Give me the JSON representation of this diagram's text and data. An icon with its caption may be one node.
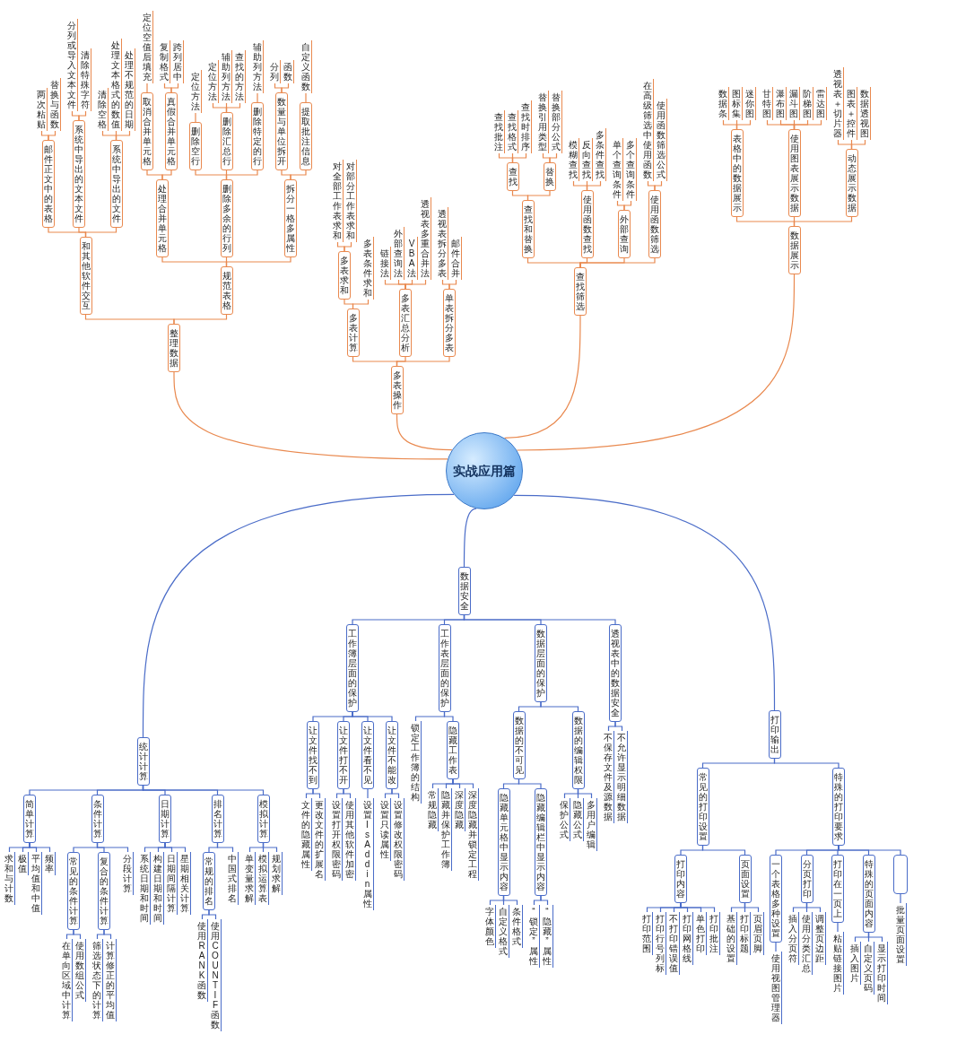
{
  "diagram": {
    "nodes": [
      {
        "text": [
          "实战应用篇"
        ]
      },
      {
        "text": [
          "整理数据"
        ]
      },
      {
        "text": [
          "和其他软件交互"
        ]
      },
      {
        "text": [
          "邮件正文中的表格"
        ]
      },
      {
        "text": [
          "两次粘贴"
        ]
      },
      {
        "text": [
          "替换与函数"
        ]
      },
      {
        "text": [
          "系统中导出的文本文件"
        ]
      },
      {
        "text": [
          "分列或导入文本文件"
        ]
      },
      {
        "text": [
          "清除特殊字符"
        ]
      },
      {
        "text": [
          "系统中导出的文件"
        ]
      },
      {
        "text": [
          "清除空格"
        ]
      },
      {
        "text": [
          "处理文本格式的数值"
        ]
      },
      {
        "text": [
          "处理不规范的日期"
        ]
      },
      {
        "text": [
          "规范表格"
        ]
      },
      {
        "text": [
          "处理合并单元格"
        ]
      },
      {
        "text": [
          "取消合并单元格"
        ]
      },
      {
        "text": [
          "定位空值后填充"
        ]
      },
      {
        "text": [
          "真假合并单元格"
        ]
      },
      {
        "text": [
          "复制格式"
        ]
      },
      {
        "text": [
          "跨列居中"
        ]
      },
      {
        "text": [
          "删除多余的行列"
        ]
      },
      {
        "text": [
          "删除空行"
        ]
      },
      {
        "text": [
          "定位方法"
        ]
      },
      {
        "text": [
          "删除汇总行"
        ]
      },
      {
        "text": [
          "定位方法"
        ]
      },
      {
        "text": [
          "辅助列方法"
        ]
      },
      {
        "text": [
          "查找的方法"
        ]
      },
      {
        "text": [
          "删除特定的行"
        ]
      },
      {
        "text": [
          "辅助列方法"
        ]
      },
      {
        "text": [
          "拆分一格多属性"
        ]
      },
      {
        "text": [
          "数量与单位拆开"
        ]
      },
      {
        "text": [
          "分列"
        ]
      },
      {
        "text": [
          "函数"
        ]
      },
      {
        "text": [
          "提取批注信息"
        ]
      },
      {
        "text": [
          "自定义函数"
        ]
      },
      {
        "text": [
          "多表操作"
        ]
      },
      {
        "text": [
          "多表计算"
        ]
      },
      {
        "text": [
          "多表求和"
        ]
      },
      {
        "text": [
          "对全部工作表求和"
        ]
      },
      {
        "text": [
          "对部分工作表求和"
        ]
      },
      {
        "text": [
          "多表条件求和"
        ]
      },
      {
        "text": [
          "多表汇总分析"
        ]
      },
      {
        "text": [
          "链接法"
        ]
      },
      {
        "text": [
          "外部查询法"
        ]
      },
      {
        "text": [
          "VBA法"
        ]
      },
      {
        "text": [
          "透视表多重合并法"
        ]
      },
      {
        "text": [
          "单表拆分多表"
        ]
      },
      {
        "text": [
          "透视表拆分多表"
        ]
      },
      {
        "text": [
          "邮件合并"
        ]
      },
      {
        "text": [
          "查找筛选"
        ]
      },
      {
        "text": [
          "查找和替换"
        ]
      },
      {
        "text": [
          "查找"
        ]
      },
      {
        "text": [
          "查找批注"
        ]
      },
      {
        "text": [
          "查找格式"
        ]
      },
      {
        "text": [
          "查找时排序"
        ]
      },
      {
        "text": [
          "替换"
        ]
      },
      {
        "text": [
          "替换引用类型"
        ]
      },
      {
        "text": [
          "替换部分公式"
        ]
      },
      {
        "text": [
          "使用函数查找"
        ]
      },
      {
        "text": [
          "模糊查找"
        ]
      },
      {
        "text": [
          "反向查找"
        ]
      },
      {
        "text": [
          "多条件查找"
        ]
      },
      {
        "text": [
          "外部查询"
        ]
      },
      {
        "text": [
          "单个查询条件"
        ]
      },
      {
        "text": [
          "多个查询条件"
        ]
      },
      {
        "text": [
          "使用函数筛选"
        ]
      },
      {
        "text": [
          "在高级筛选中使用函数"
        ]
      },
      {
        "text": [
          "使用函数筛选公式"
        ]
      },
      {
        "text": [
          "数据展示"
        ]
      },
      {
        "text": [
          "表格中的数据展示"
        ]
      },
      {
        "text": [
          "数据条"
        ]
      },
      {
        "text": [
          "图标集"
        ]
      },
      {
        "text": [
          "迷你图"
        ]
      },
      {
        "text": [
          "使用图表展示数据"
        ]
      },
      {
        "text": [
          "甘特图"
        ]
      },
      {
        "text": [
          "瀑布图"
        ]
      },
      {
        "text": [
          "漏斗图"
        ]
      },
      {
        "text": [
          "阶梯图"
        ]
      },
      {
        "text": [
          "雷达图"
        ]
      },
      {
        "text": [
          "动态展示数据"
        ]
      },
      {
        "text": [
          "透视表＋切片器"
        ]
      },
      {
        "text": [
          "图表＋控件"
        ]
      },
      {
        "text": [
          "数据透视图"
        ]
      },
      {
        "text": [
          "数据安全"
        ]
      },
      {
        "text": [
          "工作簿层面的保护"
        ]
      },
      {
        "text": [
          "让文件找不到"
        ]
      },
      {
        "text": [
          "文件的隐藏属性"
        ]
      },
      {
        "text": [
          "更改文件的扩展名"
        ]
      },
      {
        "text": [
          "让文件打不开"
        ]
      },
      {
        "text": [
          "设置打开权限密码"
        ]
      },
      {
        "text": [
          "使用其他软件加密"
        ]
      },
      {
        "text": [
          "让文件看不见"
        ]
      },
      {
        "text": [
          "设置IsAddin属性"
        ]
      },
      {
        "text": [
          "让文件不能改"
        ]
      },
      {
        "text": [
          "设置只读属性"
        ]
      },
      {
        "text": [
          "设置修改权限密码"
        ]
      },
      {
        "text": [
          "工作表层面的保护"
        ]
      },
      {
        "text": [
          "锁定工作簿的结构"
        ]
      },
      {
        "text": [
          "隐藏工作表"
        ]
      },
      {
        "text": [
          "常规隐藏"
        ]
      },
      {
        "text": [
          "隐藏并保护工作簿"
        ]
      },
      {
        "text": [
          "深度隐藏"
        ]
      },
      {
        "text": [
          "深度隐藏并锁定工程"
        ]
      },
      {
        "text": [
          "数据层面的保护"
        ]
      },
      {
        "text": [
          "数据的不可见"
        ]
      },
      {
        "text": [
          "隐藏单元格中显示内容"
        ]
      },
      {
        "text": [
          "字体颜色"
        ]
      },
      {
        "text": [
          "自定义格式"
        ]
      },
      {
        "text": [
          "条件格式"
        ]
      },
      {
        "text": [
          "隐藏编辑栏中显示内容"
        ]
      },
      {
        "text": [
          "“锁定”属性"
        ]
      },
      {
        "text": [
          "“隐藏”属性"
        ]
      },
      {
        "text": [
          "数据的编辑权限"
        ]
      },
      {
        "text": [
          "保护公式"
        ]
      },
      {
        "text": [
          "隐藏公式"
        ]
      },
      {
        "text": [
          "多用户编辑"
        ]
      },
      {
        "text": [
          "透视表中的数据安全"
        ]
      },
      {
        "text": [
          "不保存文件及源数据"
        ]
      },
      {
        "text": [
          "不允许显示明细数据"
        ]
      },
      {
        "text": [
          "统计计算"
        ]
      },
      {
        "text": [
          "简单计算"
        ]
      },
      {
        "text": [
          "求和与计数"
        ]
      },
      {
        "text": [
          "极值"
        ]
      },
      {
        "text": [
          "平均值和中值"
        ]
      },
      {
        "text": [
          "频率"
        ]
      },
      {
        "text": [
          "条件计算"
        ]
      },
      {
        "text": [
          "常见的条件计算"
        ]
      },
      {
        "text": [
          "在单向区域中计算"
        ]
      },
      {
        "text": [
          "使用数组公式"
        ]
      },
      {
        "text": [
          "复合的条件计算"
        ]
      },
      {
        "text": [
          "筛选状态下的计算"
        ]
      },
      {
        "text": [
          "计算修正的平均值"
        ]
      },
      {
        "text": [
          "分段计算"
        ]
      },
      {
        "text": [
          "日期计算"
        ]
      },
      {
        "text": [
          "系统日期和时间"
        ]
      },
      {
        "text": [
          "构建日期和时间"
        ]
      },
      {
        "text": [
          "日期间隔计算"
        ]
      },
      {
        "text": [
          "星期相关计算"
        ]
      },
      {
        "text": [
          "排名计算"
        ]
      },
      {
        "text": [
          "常规的排名"
        ]
      },
      {
        "text": [
          "使用RANK函数"
        ]
      },
      {
        "text": [
          "使用COUNTIF函数"
        ]
      },
      {
        "text": [
          "中国式排名"
        ]
      },
      {
        "text": [
          "模拟计算"
        ]
      },
      {
        "text": [
          "单变量求解"
        ]
      },
      {
        "text": [
          "模拟运算表"
        ]
      },
      {
        "text": [
          "规划求解"
        ]
      },
      {
        "text": [
          "打印输出"
        ]
      },
      {
        "text": [
          "常见的打印设置"
        ]
      },
      {
        "text": [
          "打印内容"
        ]
      },
      {
        "text": [
          "打印范围"
        ]
      },
      {
        "text": [
          "打印行号列标"
        ]
      },
      {
        "text": [
          "不打印错误值"
        ]
      },
      {
        "text": [
          "打印网格线"
        ]
      },
      {
        "text": [
          "单色打印"
        ]
      },
      {
        "text": [
          "打印批注"
        ]
      },
      {
        "text": [
          "页面设置"
        ]
      },
      {
        "text": [
          "基础的设置"
        ]
      },
      {
        "text": [
          "打印标题"
        ]
      },
      {
        "text": [
          "页眉页脚"
        ]
      },
      {
        "text": [
          "特殊的打印要求"
        ]
      },
      {
        "text": [
          "一个表格多种设置"
        ]
      },
      {
        "text": [
          "使用视图管理器"
        ]
      },
      {
        "text": [
          "分页打印"
        ]
      },
      {
        "text": [
          "插入分页符"
        ]
      },
      {
        "text": [
          "使用分类汇总"
        ]
      },
      {
        "text": [
          "调整页边距"
        ]
      },
      {
        "text": [
          "打印在一页上"
        ]
      },
      {
        "text": [
          "粘贴链接图片"
        ]
      },
      {
        "text": [
          "特殊的页面内容"
        ]
      },
      {
        "text": [
          "插入图片"
        ]
      },
      {
        "text": [
          "自定义页码"
        ]
      },
      {
        "text": [
          "显示打印时间"
        ]
      },
      {
        "text": [],
        "shape": "box"
      },
      {
        "text": [
          "批量页面设置"
        ]
      }
    ],
    "edges": [
      {
        "from": 0,
        "to": 1,
        "arrow": "none",
        "color": "#e9894f"
      },
      {
        "from": 0,
        "to": 35,
        "arrow": "none",
        "color": "#e9894f"
      },
      {
        "from": 0,
        "to": 49,
        "arrow": "none",
        "color": "#e9894f"
      },
      {
        "from": 0,
        "to": 68,
        "arrow": "none",
        "color": "#e9894f"
      },
      {
        "from": 0,
        "to": 83,
        "arrow": "none"
      },
      {
        "from": 0,
        "to": 119,
        "arrow": "none"
      },
      {
        "from": 0,
        "to": 147,
        "arrow": "none"
      },
      {
        "from": 1,
        "to": 2,
        "arrow": "none",
        "color": "#e9894f"
      },
      {
        "from": 1,
        "to": 13,
        "arrow": "none",
        "color": "#e9894f"
      },
      {
        "from": 2,
        "to": 3,
        "arrow": "none",
        "color": "#e9894f"
      },
      {
        "from": 2,
        "to": 6,
        "arrow": "none",
        "color": "#e9894f"
      },
      {
        "from": 2,
        "to": 9,
        "arrow": "none",
        "color": "#e9894f"
      },
      {
        "from": 3,
        "to": 4,
        "arrow": "none",
        "color": "#e9894f"
      },
      {
        "from": 3,
        "to": 5,
        "arrow": "none",
        "color": "#e9894f"
      },
      {
        "from": 6,
        "to": 7,
        "arrow": "none",
        "color": "#e9894f"
      },
      {
        "from": 6,
        "to": 8,
        "arrow": "none",
        "color": "#e9894f"
      },
      {
        "from": 9,
        "to": 10,
        "arrow": "none",
        "color": "#e9894f"
      },
      {
        "from": 9,
        "to": 11,
        "arrow": "none",
        "color": "#e9894f"
      },
      {
        "from": 9,
        "to": 12,
        "arrow": "none",
        "color": "#e9894f"
      },
      {
        "from": 13,
        "to": 14,
        "arrow": "none",
        "color": "#e9894f"
      },
      {
        "from": 13,
        "to": 20,
        "arrow": "none",
        "color": "#e9894f"
      },
      {
        "from": 13,
        "to": 29,
        "arrow": "none",
        "color": "#e9894f"
      },
      {
        "from": 14,
        "to": 15,
        "arrow": "none",
        "color": "#e9894f"
      },
      {
        "from": 14,
        "to": 17,
        "arrow": "none",
        "color": "#e9894f"
      },
      {
        "from": 15,
        "to": 16,
        "arrow": "none",
        "color": "#e9894f"
      },
      {
        "from": 17,
        "to": 18,
        "arrow": "none",
        "color": "#e9894f"
      },
      {
        "from": 17,
        "to": 19,
        "arrow": "none",
        "color": "#e9894f"
      },
      {
        "from": 20,
        "to": 21,
        "arrow": "none",
        "color": "#e9894f"
      },
      {
        "from": 20,
        "to": 23,
        "arrow": "none",
        "color": "#e9894f"
      },
      {
        "from": 20,
        "to": 27,
        "arrow": "none",
        "color": "#e9894f"
      },
      {
        "from": 21,
        "to": 22,
        "arrow": "none",
        "color": "#e9894f"
      },
      {
        "from": 23,
        "to": 24,
        "arrow": "none",
        "color": "#e9894f"
      },
      {
        "from": 23,
        "to": 25,
        "arrow": "none",
        "color": "#e9894f"
      },
      {
        "from": 23,
        "to": 26,
        "arrow": "none",
        "color": "#e9894f"
      },
      {
        "from": 27,
        "to": 28,
        "arrow": "none",
        "color": "#e9894f"
      },
      {
        "from": 29,
        "to": 30,
        "arrow": "none",
        "color": "#e9894f"
      },
      {
        "from": 29,
        "to": 33,
        "arrow": "none",
        "color": "#e9894f"
      },
      {
        "from": 30,
        "to": 31,
        "arrow": "none",
        "color": "#e9894f"
      },
      {
        "from": 30,
        "to": 32,
        "arrow": "none",
        "color": "#e9894f"
      },
      {
        "from": 33,
        "to": 34,
        "arrow": "none",
        "color": "#e9894f"
      },
      {
        "from": 35,
        "to": 36,
        "arrow": "none",
        "color": "#e9894f"
      },
      {
        "from": 35,
        "to": 41,
        "arrow": "none",
        "color": "#e9894f"
      },
      {
        "from": 35,
        "to": 46,
        "arrow": "none",
        "color": "#e9894f"
      },
      {
        "from": 36,
        "to": 37,
        "arrow": "none",
        "color": "#e9894f"
      },
      {
        "from": 36,
        "to": 40,
        "arrow": "none",
        "color": "#e9894f"
      },
      {
        "from": 37,
        "to": 38,
        "arrow": "none",
        "color": "#e9894f"
      },
      {
        "from": 37,
        "to": 39,
        "arrow": "none",
        "color": "#e9894f"
      },
      {
        "from": 41,
        "to": 42,
        "arrow": "none",
        "color": "#e9894f"
      },
      {
        "from": 41,
        "to": 43,
        "arrow": "none",
        "color": "#e9894f"
      },
      {
        "from": 41,
        "to": 44,
        "arrow": "none",
        "color": "#e9894f"
      },
      {
        "from": 41,
        "to": 45,
        "arrow": "none",
        "color": "#e9894f"
      },
      {
        "from": 46,
        "to": 47,
        "arrow": "none",
        "color": "#e9894f"
      },
      {
        "from": 46,
        "to": 48,
        "arrow": "none",
        "color": "#e9894f"
      },
      {
        "from": 49,
        "to": 50,
        "arrow": "none",
        "color": "#e9894f"
      },
      {
        "from": 49,
        "to": 58,
        "arrow": "none",
        "color": "#e9894f"
      },
      {
        "from": 49,
        "to": 62,
        "arrow": "none",
        "color": "#e9894f"
      },
      {
        "from": 49,
        "to": 65,
        "arrow": "none",
        "color": "#e9894f"
      },
      {
        "from": 50,
        "to": 51,
        "arrow": "none",
        "color": "#e9894f"
      },
      {
        "from": 50,
        "to": 55,
        "arrow": "none",
        "color": "#e9894f"
      },
      {
        "from": 51,
        "to": 52,
        "arrow": "none",
        "color": "#e9894f"
      },
      {
        "from": 51,
        "to": 53,
        "arrow": "none",
        "color": "#e9894f"
      },
      {
        "from": 51,
        "to": 54,
        "arrow": "none",
        "color": "#e9894f"
      },
      {
        "from": 55,
        "to": 56,
        "arrow": "none",
        "color": "#e9894f"
      },
      {
        "from": 55,
        "to": 57,
        "arrow": "none",
        "color": "#e9894f"
      },
      {
        "from": 58,
        "to": 59,
        "arrow": "none",
        "color": "#e9894f"
      },
      {
        "from": 58,
        "to": 60,
        "arrow": "none",
        "color": "#e9894f"
      },
      {
        "from": 58,
        "to": 61,
        "arrow": "none",
        "color": "#e9894f"
      },
      {
        "from": 62,
        "to": 63,
        "arrow": "none",
        "color": "#e9894f"
      },
      {
        "from": 62,
        "to": 64,
        "arrow": "none",
        "color": "#e9894f"
      },
      {
        "from": 65,
        "to": 66,
        "arrow": "none",
        "color": "#e9894f"
      },
      {
        "from": 65,
        "to": 67,
        "arrow": "none",
        "color": "#e9894f"
      },
      {
        "from": 68,
        "to": 69,
        "arrow": "none",
        "color": "#e9894f"
      },
      {
        "from": 68,
        "to": 73,
        "arrow": "none",
        "color": "#e9894f"
      },
      {
        "from": 68,
        "to": 79,
        "arrow": "none",
        "color": "#e9894f"
      },
      {
        "from": 69,
        "to": 70,
        "arrow": "none",
        "color": "#e9894f"
      },
      {
        "from": 69,
        "to": 71,
        "arrow": "none",
        "color": "#e9894f"
      },
      {
        "from": 69,
        "to": 72,
        "arrow": "none",
        "color": "#e9894f"
      },
      {
        "from": 73,
        "to": 74,
        "arrow": "none",
        "color": "#e9894f"
      },
      {
        "from": 73,
        "to": 75,
        "arrow": "none",
        "color": "#e9894f"
      },
      {
        "from": 73,
        "to": 76,
        "arrow": "none",
        "color": "#e9894f"
      },
      {
        "from": 73,
        "to": 77,
        "arrow": "none",
        "color": "#e9894f"
      },
      {
        "from": 73,
        "to": 78,
        "arrow": "none",
        "color": "#e9894f"
      },
      {
        "from": 79,
        "to": 80,
        "arrow": "none",
        "color": "#e9894f"
      },
      {
        "from": 79,
        "to": 81,
        "arrow": "none",
        "color": "#e9894f"
      },
      {
        "from": 79,
        "to": 82,
        "arrow": "none",
        "color": "#e9894f"
      },
      {
        "from": 83,
        "to": 84,
        "arrow": "none"
      },
      {
        "from": 83,
        "to": 96,
        "arrow": "none"
      },
      {
        "from": 83,
        "to": 103,
        "arrow": "none"
      },
      {
        "from": 83,
        "to": 116,
        "arrow": "none"
      },
      {
        "from": 84,
        "to": 85,
        "arrow": "none"
      },
      {
        "from": 84,
        "to": 88,
        "arrow": "none"
      },
      {
        "from": 84,
        "to": 91,
        "arrow": "none"
      },
      {
        "from": 84,
        "to": 93,
        "arrow": "none"
      },
      {
        "from": 85,
        "to": 86,
        "arrow": "none"
      },
      {
        "from": 85,
        "to": 87,
        "arrow": "none"
      },
      {
        "from": 88,
        "to": 89,
        "arrow": "none"
      },
      {
        "from": 88,
        "to": 90,
        "arrow": "none"
      },
      {
        "from": 91,
        "to": 92,
        "arrow": "none"
      },
      {
        "from": 93,
        "to": 94,
        "arrow": "none"
      },
      {
        "from": 93,
        "to": 95,
        "arrow": "none"
      },
      {
        "from": 96,
        "to": 97,
        "arrow": "none"
      },
      {
        "from": 96,
        "to": 98,
        "arrow": "none"
      },
      {
        "from": 98,
        "to": 99,
        "arrow": "none"
      },
      {
        "from": 98,
        "to": 100,
        "arrow": "none"
      },
      {
        "from": 98,
        "to": 101,
        "arrow": "none"
      },
      {
        "from": 98,
        "to": 102,
        "arrow": "none"
      },
      {
        "from": 103,
        "to": 104,
        "arrow": "none"
      },
      {
        "from": 103,
        "to": 112,
        "arrow": "none"
      },
      {
        "from": 104,
        "to": 105,
        "arrow": "none"
      },
      {
        "from": 104,
        "to": 109,
        "arrow": "none"
      },
      {
        "from": 105,
        "to": 106,
        "arrow": "none"
      },
      {
        "from": 105,
        "to": 107,
        "arrow": "none"
      },
      {
        "from": 105,
        "to": 108,
        "arrow": "none"
      },
      {
        "from": 109,
        "to": 110,
        "arrow": "none"
      },
      {
        "from": 109,
        "to": 111,
        "arrow": "none"
      },
      {
        "from": 112,
        "to": 113,
        "arrow": "none"
      },
      {
        "from": 112,
        "to": 114,
        "arrow": "none"
      },
      {
        "from": 112,
        "to": 115,
        "arrow": "none"
      },
      {
        "from": 116,
        "to": 117,
        "arrow": "none"
      },
      {
        "from": 116,
        "to": 118,
        "arrow": "none"
      },
      {
        "from": 119,
        "to": 120,
        "arrow": "none"
      },
      {
        "from": 119,
        "to": 125,
        "arrow": "none"
      },
      {
        "from": 119,
        "to": 133,
        "arrow": "none"
      },
      {
        "from": 119,
        "to": 138,
        "arrow": "none"
      },
      {
        "from": 119,
        "to": 143,
        "arrow": "none"
      },
      {
        "from": 120,
        "to": 121,
        "arrow": "none"
      },
      {
        "from": 120,
        "to": 122,
        "arrow": "none"
      },
      {
        "from": 120,
        "to": 123,
        "arrow": "none"
      },
      {
        "from": 120,
        "to": 124,
        "arrow": "none"
      },
      {
        "from": 125,
        "to": 126,
        "arrow": "none"
      },
      {
        "from": 125,
        "to": 129,
        "arrow": "none"
      },
      {
        "from": 125,
        "to": 132,
        "arrow": "none"
      },
      {
        "from": 126,
        "to": 127,
        "arrow": "none"
      },
      {
        "from": 126,
        "to": 128,
        "arrow": "none"
      },
      {
        "from": 129,
        "to": 130,
        "arrow": "none"
      },
      {
        "from": 129,
        "to": 131,
        "arrow": "none"
      },
      {
        "from": 133,
        "to": 134,
        "arrow": "none"
      },
      {
        "from": 133,
        "to": 135,
        "arrow": "none"
      },
      {
        "from": 133,
        "to": 136,
        "arrow": "none"
      },
      {
        "from": 133,
        "to": 137,
        "arrow": "none"
      },
      {
        "from": 138,
        "to": 139,
        "arrow": "none"
      },
      {
        "from": 138,
        "to": 142,
        "arrow": "none"
      },
      {
        "from": 139,
        "to": 140,
        "arrow": "none"
      },
      {
        "from": 139,
        "to": 141,
        "arrow": "none"
      },
      {
        "from": 143,
        "to": 144,
        "arrow": "none"
      },
      {
        "from": 143,
        "to": 145,
        "arrow": "none"
      },
      {
        "from": 143,
        "to": 146,
        "arrow": "none"
      },
      {
        "from": 147,
        "to": 148,
        "arrow": "none"
      },
      {
        "from": 147,
        "to": 160,
        "arrow": "none"
      },
      {
        "from": 148,
        "to": 149,
        "arrow": "none"
      },
      {
        "from": 148,
        "to": 156,
        "arrow": "none"
      },
      {
        "from": 149,
        "to": 150,
        "arrow": "none"
      },
      {
        "from": 149,
        "to": 151,
        "arrow": "none"
      },
      {
        "from": 149,
        "to": 152,
        "arrow": "none"
      },
      {
        "from": 149,
        "to": 153,
        "arrow": "none"
      },
      {
        "from": 149,
        "to": 154,
        "arrow": "none"
      },
      {
        "from": 149,
        "to": 155,
        "arrow": "none"
      },
      {
        "from": 156,
        "to": 157,
        "arrow": "none"
      },
      {
        "from": 156,
        "to": 158,
        "arrow": "none"
      },
      {
        "from": 156,
        "to": 159,
        "arrow": "none"
      },
      {
        "from": 160,
        "to": 161,
        "arrow": "none"
      },
      {
        "from": 160,
        "to": 163,
        "arrow": "none"
      },
      {
        "from": 160,
        "to": 167,
        "arrow": "none"
      },
      {
        "from": 160,
        "to": 169,
        "arrow": "none"
      },
      {
        "from": 160,
        "to": 173,
        "arrow": "none"
      },
      {
        "from": 161,
        "to": 162,
        "arrow": "none"
      },
      {
        "from": 163,
        "to": 164,
        "arrow": "none"
      },
      {
        "from": 163,
        "to": 165,
        "arrow": "none"
      },
      {
        "from": 163,
        "to": 166,
        "arrow": "none"
      },
      {
        "from": 167,
        "to": 168,
        "arrow": "none"
      },
      {
        "from": 169,
        "to": 170,
        "arrow": "none"
      },
      {
        "from": 169,
        "to": 171,
        "arrow": "none"
      },
      {
        "from": 169,
        "to": 172,
        "arrow": "none"
      },
      {
        "from": 173,
        "to": 174,
        "arrow": "none"
      }
    ]
  }
}
